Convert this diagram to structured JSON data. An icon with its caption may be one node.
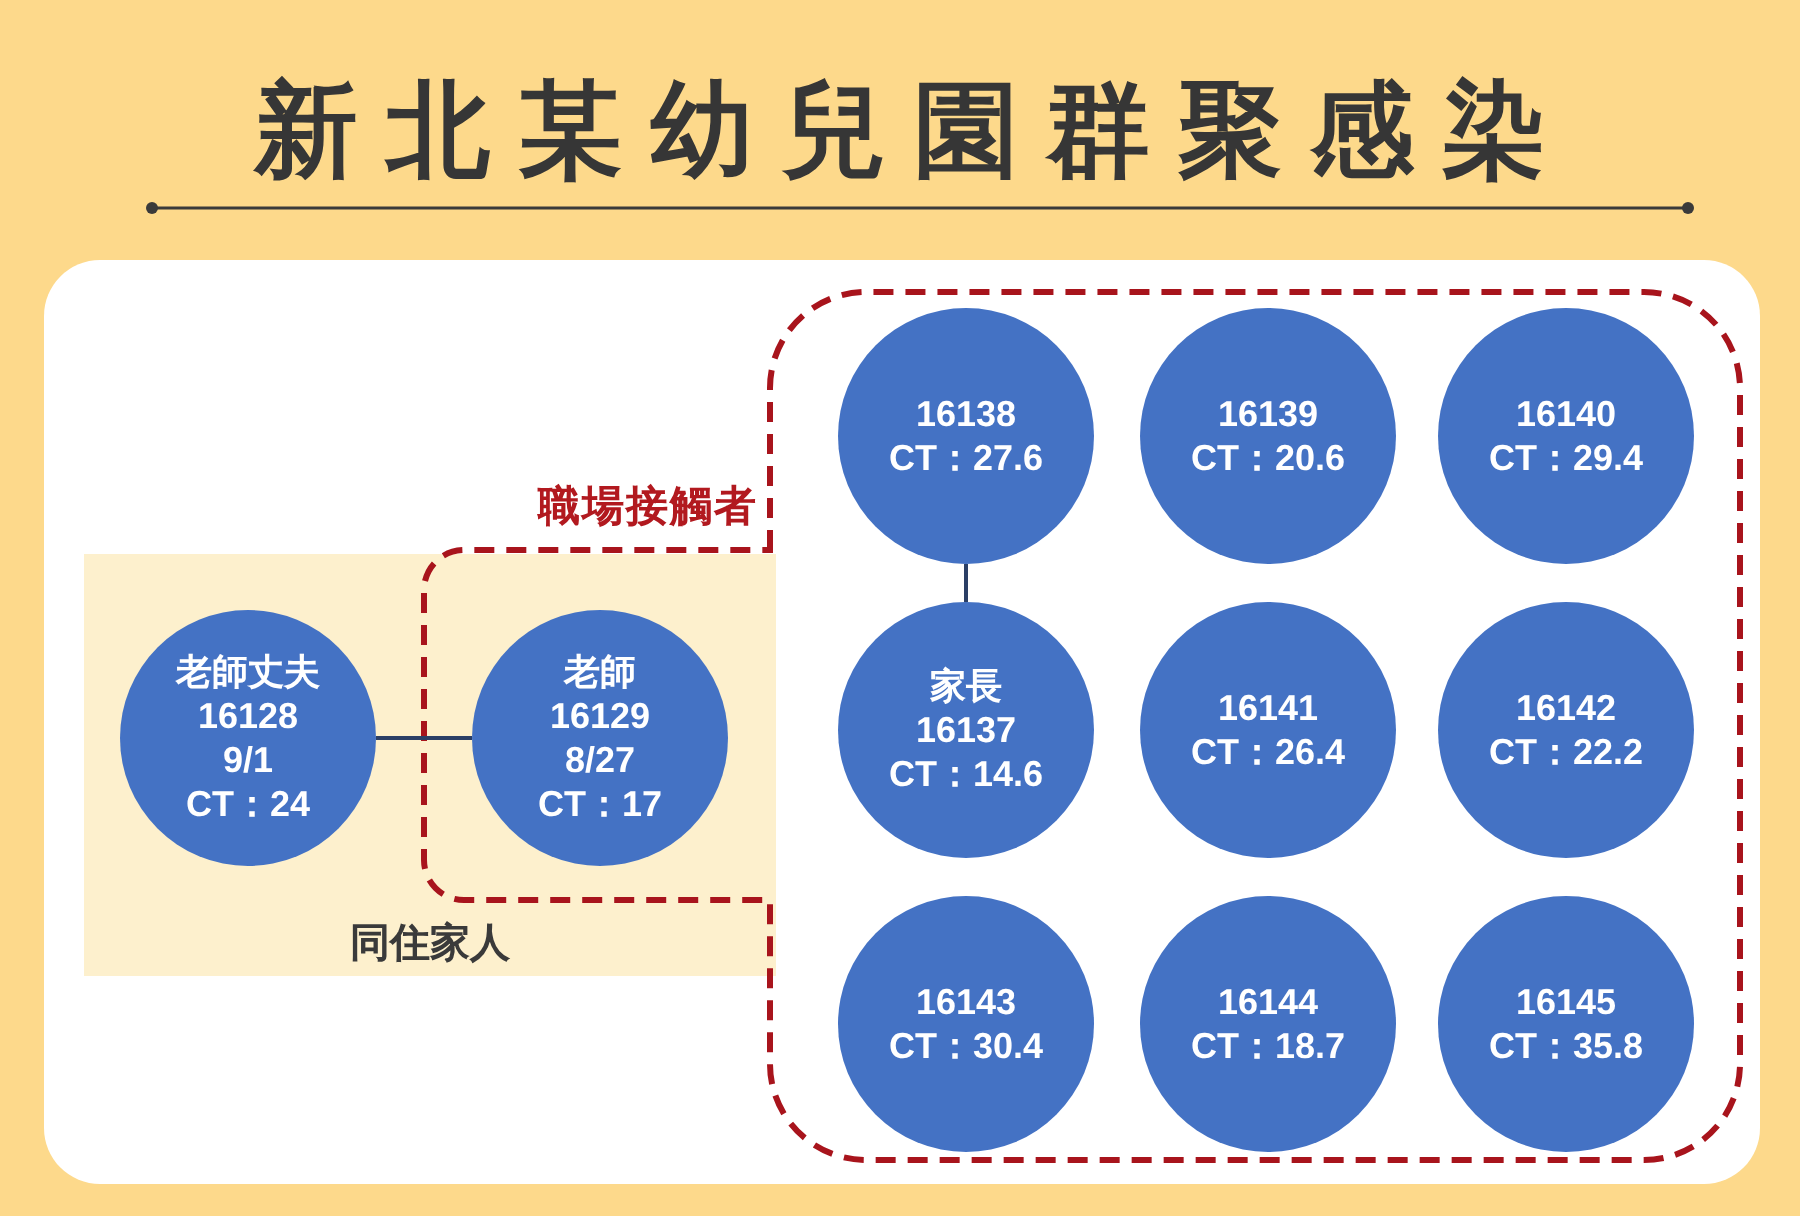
{
  "diagram": {
    "title": "新北某幼兒園群聚感染",
    "nodes": [
      {
        "text": [
          "同住家人"
        ]
      },
      {
        "text": [
          "職場接觸者"
        ]
      },
      {
        "text": [
          "老師丈夫",
          "16128",
          "9/1",
          "CT：24"
        ],
        "in": 0
      },
      {
        "text": [
          "老師",
          "16129",
          "8/27",
          "CT：17"
        ]
      },
      {
        "text": [
          "16138",
          "CT：27.6"
        ],
        "in": 1
      },
      {
        "text": [
          "16139",
          "CT：20.6"
        ],
        "in": 1
      },
      {
        "text": [
          "16140",
          "CT：29.4"
        ],
        "in": 1
      },
      {
        "text": [
          "家長",
          "16137",
          "CT：14.6"
        ],
        "in": 1
      },
      {
        "text": [
          "16141",
          "CT：26.4"
        ],
        "in": 1
      },
      {
        "text": [
          "16142",
          "CT：22.2"
        ],
        "in": 1
      },
      {
        "text": [
          "16143",
          "CT：30.4"
        ],
        "in": 1
      },
      {
        "text": [
          "16144",
          "CT：18.7"
        ],
        "in": 1
      },
      {
        "text": [
          "16145",
          "CT：35.8"
        ],
        "in": 1
      }
    ],
    "edges": [
      {
        "from": 2,
        "to": 3,
        "arrow": "none"
      },
      {
        "from": 4,
        "to": 7,
        "arrow": "none"
      }
    ]
  }
}
